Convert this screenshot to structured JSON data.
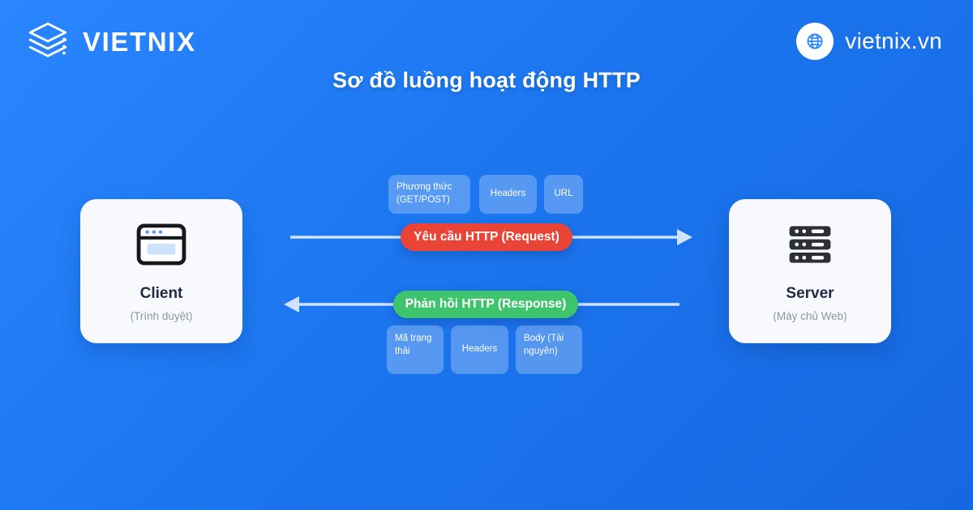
{
  "header": {
    "brand_name": "VIETNIX",
    "brand_icon": "stacked-layers-logo",
    "site_url": "vietnix.vn",
    "site_icon": "globe-icon"
  },
  "title": "Sơ đồ luồng hoạt động HTTP",
  "nodes": [
    {
      "id": "client",
      "icon": "browser-window-icon",
      "title": "Client",
      "subtitle": "(Trình duyệt)"
    },
    {
      "id": "server",
      "icon": "server-rack-icon",
      "title": "Server",
      "subtitle": "(Máy chủ Web)"
    }
  ],
  "flows": [
    {
      "id": "request",
      "label": "Yêu cầu HTTP (Request)",
      "direction": "client-to-server",
      "color": "#ea4436",
      "tags": [
        "Phương thức (GET/POST)",
        "Headers",
        "URL"
      ]
    },
    {
      "id": "response",
      "label": "Phản hồi HTTP (Response)",
      "direction": "server-to-client",
      "color": "#3ec46d",
      "tags": [
        "Mã trạng thái",
        "Headers",
        "Body (Tài nguyên)"
      ]
    }
  ],
  "colors": {
    "background_start": "#2a86ff",
    "background_end": "#1668e0",
    "card_background": "#f7f9fc",
    "request_pill": "#ea4436",
    "response_pill": "#3ec46d",
    "line": "#cfe2ff",
    "tag_background": "rgba(255,255,255,0.26)"
  }
}
